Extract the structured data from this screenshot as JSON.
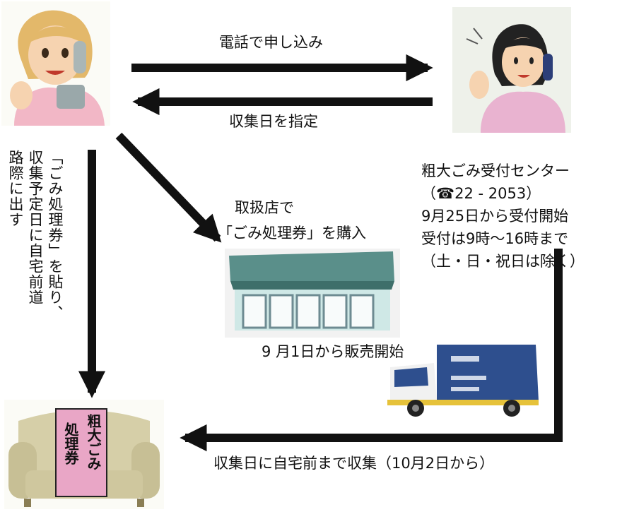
{
  "flow": {
    "apply_by_phone": "電話で申し込み",
    "collection_day_specified": "収集日を指定",
    "store_line1": "取扱店で",
    "store_line2": "「ごみ処理券」を購入",
    "sale_start": "9 月1日から販売開始",
    "center_lines": [
      "粗大ごみ受付センター",
      "（☎22 - 2053）",
      "9月25日から受付開始",
      "受付は9時～16時まで",
      "（土・日・祝日は除く）"
    ],
    "instruction_lines": [
      "「ごみ処理券」を貼り、",
      "収集予定日に自宅前道",
      "路際に出す"
    ],
    "collection_note": "収集日に自宅前まで収集（10月2日から）",
    "sticker_lines": [
      "粗大ごみ",
      "処理券"
    ]
  },
  "colors": {
    "arrow": "#111111",
    "skin": "#f6d3b0",
    "hair_left": "#e3b86a",
    "shirt_left": "#f2b7c6",
    "shirt_right": "#e9b3d0",
    "store_roof": "#5a8f8a",
    "store_wall": "#cfe8e6",
    "truck_body": "#2e4f8e",
    "sofa": "#d6cfa8",
    "sticker": "#e9a6c6"
  }
}
